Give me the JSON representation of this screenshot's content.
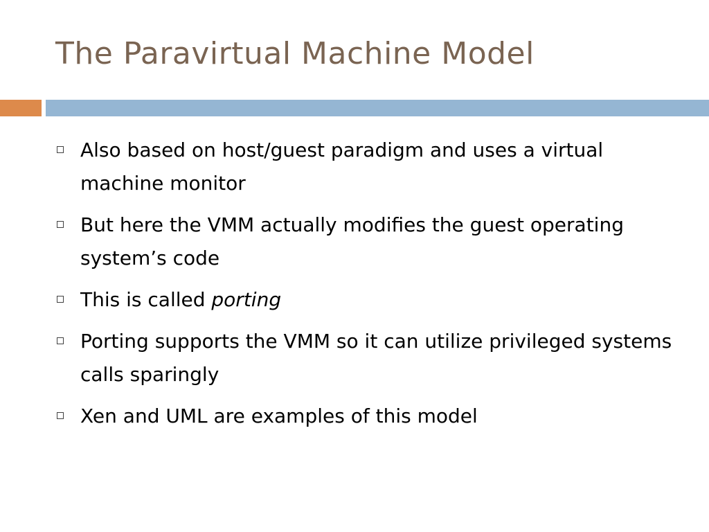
{
  "title": "The Paravirtual Machine Model",
  "colors": {
    "title": "#7a6452",
    "accent_orange": "#dd8a4b",
    "accent_blue": "#95b6d3",
    "text": "#000000"
  },
  "bullets": [
    {
      "text": "Also based on host/guest paradigm and uses a virtual machine monitor"
    },
    {
      "text": "But here the VMM actually modifies the guest operating system’s code"
    },
    {
      "prefix": "This is called ",
      "emphasis": "porting"
    },
    {
      "text": "Porting supports the VMM so it can utilize privileged systems calls sparingly"
    },
    {
      "text": "Xen and UML are examples of this model"
    }
  ]
}
